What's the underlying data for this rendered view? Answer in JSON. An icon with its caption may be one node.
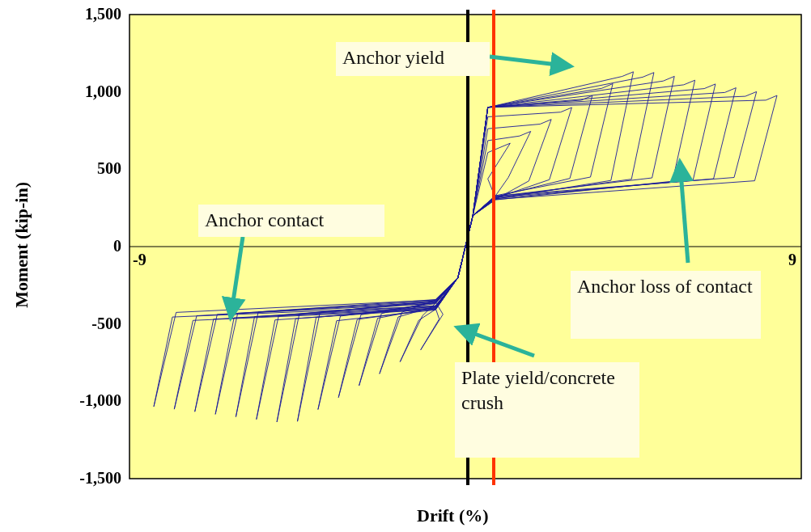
{
  "diagram": {
    "nodes": [
      {
        "text": [
          "Anchor yield"
        ]
      },
      {
        "text": [
          "Anchor contact"
        ]
      },
      {
        "text": [
          "Anchor loss of contact"
        ]
      },
      {
        "text": [
          "Plate yield/concrete crush"
        ]
      }
    ],
    "edges": [
      {
        "from": 0,
        "to": null,
        "arrow": "to"
      },
      {
        "from": 1,
        "to": null,
        "arrow": "to"
      },
      {
        "from": 2,
        "to": null,
        "arrow": "to"
      },
      {
        "from": 3,
        "to": null,
        "arrow": "to"
      }
    ],
    "labels": [
      "1,500",
      "1,000",
      "500",
      "0",
      "-500",
      "-1,000",
      "-1,500",
      "-9",
      "9",
      "Moment (kip-in)",
      "Drift (%)"
    ]
  }
}
